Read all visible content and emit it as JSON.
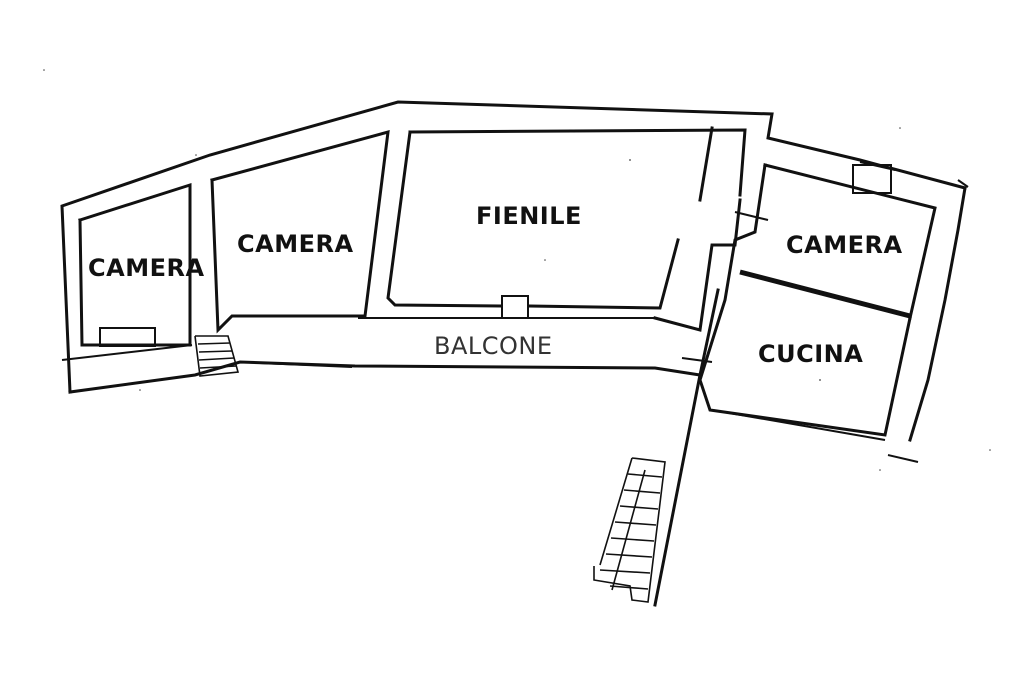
{
  "rooms": {
    "camera_left": "CAMERA",
    "camera_middle": "CAMERA",
    "fienile": "FIENILE",
    "camera_right": "CAMERA",
    "cucina": "CUCINA",
    "balcone": "BALCONE"
  }
}
